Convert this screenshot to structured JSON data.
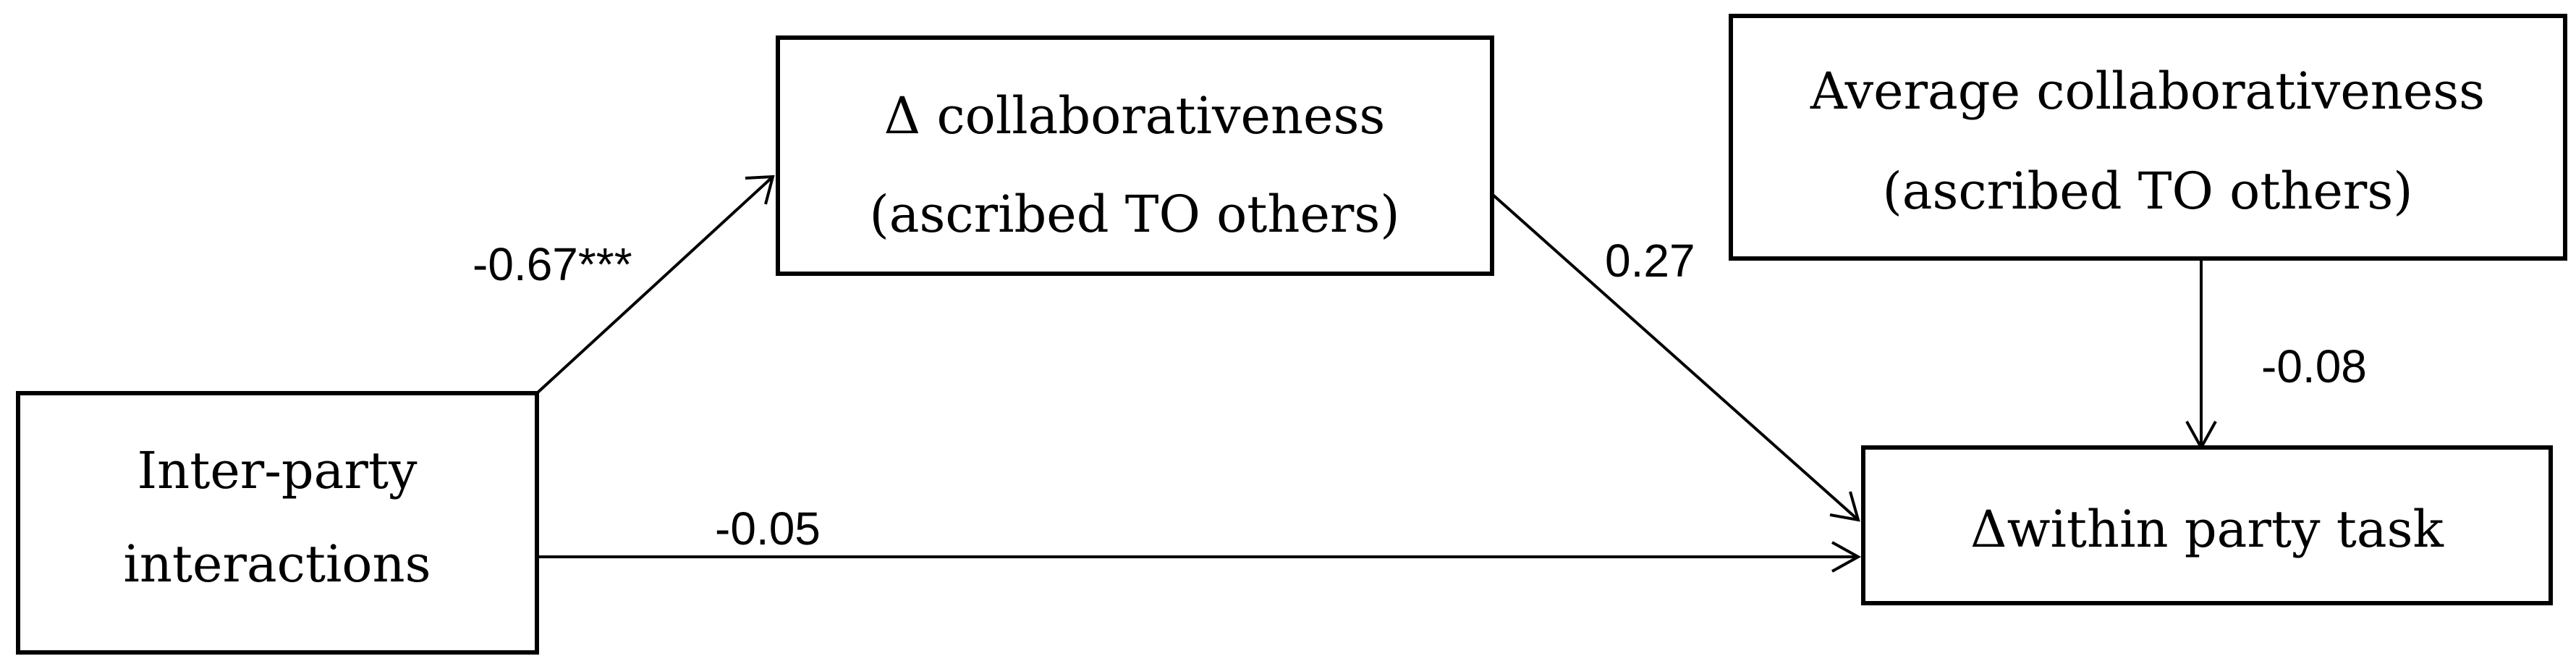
{
  "nodes": {
    "interactions": {
      "line1": "Inter-party",
      "line2": "interactions"
    },
    "delta_collab": {
      "line1": "Δ collaborativeness",
      "line2": "(ascribed TO others)"
    },
    "avg_collab": {
      "line1": "Average collaborativeness",
      "line2": "(ascribed TO others)"
    },
    "outcome": {
      "line1": "Δwithin party task"
    }
  },
  "edges": {
    "interactions_to_delta": "-0.67***",
    "delta_to_outcome": "0.27",
    "avg_to_outcome": "-0.08",
    "interactions_to_outcome": "-0.05"
  }
}
